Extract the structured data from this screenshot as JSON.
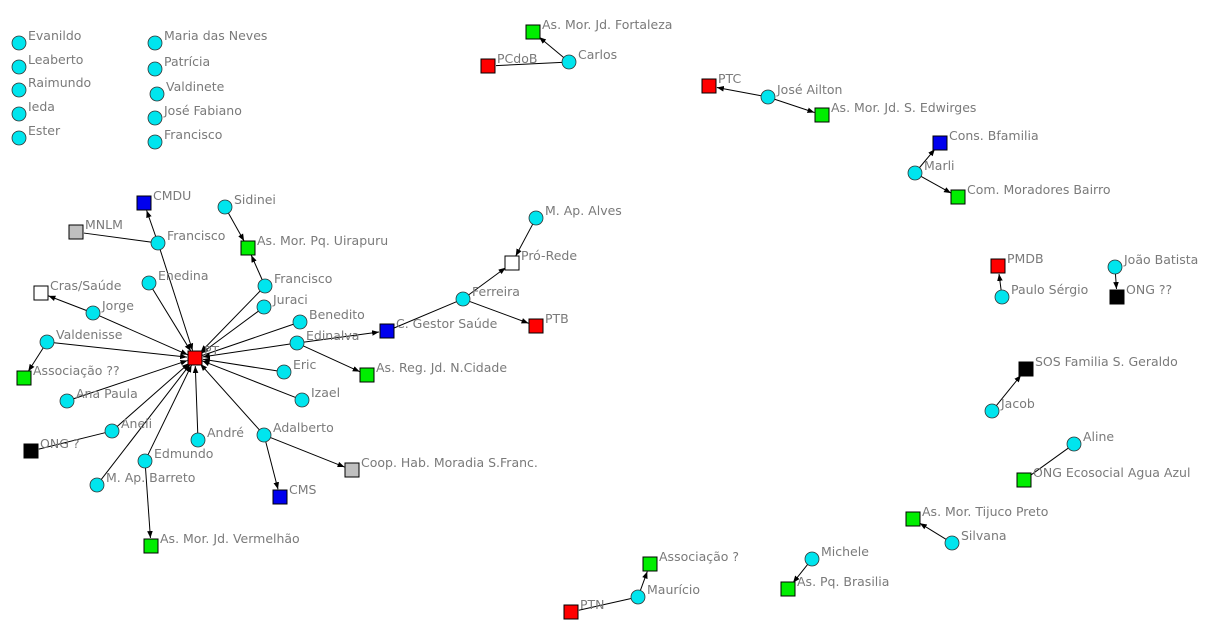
{
  "colors": {
    "person": "#00e5ee",
    "party": "#ff0000",
    "association": "#00ee00",
    "council": "#0000ee",
    "other": "#c0c0c0",
    "ong": "#000000",
    "service": "#ffffff",
    "label": "#7a7a7a",
    "edge": "#000000"
  },
  "nodes": [
    {
      "id": "evanildo",
      "label": "Evanildo",
      "kind": "person"
    },
    {
      "id": "leaberto",
      "label": "Leaberto",
      "kind": "person"
    },
    {
      "id": "raimundo",
      "label": "Raimundo",
      "kind": "person"
    },
    {
      "id": "ieda",
      "label": "Ieda",
      "kind": "person"
    },
    {
      "id": "ester",
      "label": "Ester",
      "kind": "person"
    },
    {
      "id": "maria",
      "label": "Maria das Neves",
      "kind": "person"
    },
    {
      "id": "patricia",
      "label": "Patrícia",
      "kind": "person"
    },
    {
      "id": "valdinete",
      "label": "Valdinete",
      "kind": "person"
    },
    {
      "id": "josefabiano",
      "label": "José Fabiano",
      "kind": "person"
    },
    {
      "id": "francisco0",
      "label": "Francisco",
      "kind": "person"
    },
    {
      "id": "fortaleza",
      "label": "As. Mor. Jd. Fortaleza",
      "kind": "association"
    },
    {
      "id": "carlos",
      "label": "Carlos",
      "kind": "person"
    },
    {
      "id": "pcdob",
      "label": "PCdoB",
      "kind": "party"
    },
    {
      "id": "ptc",
      "label": "PTC",
      "kind": "party"
    },
    {
      "id": "joseailton",
      "label": "José Ailton",
      "kind": "person"
    },
    {
      "id": "edwirges",
      "label": "As. Mor. Jd. S. Edwirges",
      "kind": "association"
    },
    {
      "id": "bfamilia",
      "label": "Cons. Bfamilia",
      "kind": "council"
    },
    {
      "id": "marli",
      "label": "Marli",
      "kind": "person"
    },
    {
      "id": "commoradores",
      "label": "Com. Moradores Bairro",
      "kind": "association"
    },
    {
      "id": "pmdb",
      "label": "PMDB",
      "kind": "party"
    },
    {
      "id": "paulosergio",
      "label": "Paulo Sérgio",
      "kind": "person"
    },
    {
      "id": "joaobatista",
      "label": "João Batista",
      "kind": "person"
    },
    {
      "id": "ong2q",
      "label": "ONG ??",
      "kind": "ong"
    },
    {
      "id": "sos",
      "label": "SOS Familia S. Geraldo",
      "kind": "ong"
    },
    {
      "id": "jacob",
      "label": "Jacob",
      "kind": "person"
    },
    {
      "id": "aline",
      "label": "Aline",
      "kind": "person"
    },
    {
      "id": "ecosocial",
      "label": "ONG Ecosocial Agua Azul",
      "kind": "association"
    },
    {
      "id": "tijuco",
      "label": "As. Mor. Tijuco Preto",
      "kind": "association"
    },
    {
      "id": "silvana",
      "label": "Silvana",
      "kind": "person"
    },
    {
      "id": "michele",
      "label": "Michele",
      "kind": "person"
    },
    {
      "id": "brasilia",
      "label": "As. Pq. Brasilia",
      "kind": "association"
    },
    {
      "id": "assoc1q",
      "label": "Associação ?",
      "kind": "association"
    },
    {
      "id": "mauricio",
      "label": "Maurício",
      "kind": "person"
    },
    {
      "id": "ptn",
      "label": "PTN",
      "kind": "party"
    },
    {
      "id": "pt",
      "label": "PT",
      "kind": "party"
    },
    {
      "id": "cmdu",
      "label": "CMDU",
      "kind": "council"
    },
    {
      "id": "mnlm",
      "label": "MNLM",
      "kind": "other"
    },
    {
      "id": "francisco1",
      "label": "Francisco",
      "kind": "person"
    },
    {
      "id": "sidinei",
      "label": "Sidinei",
      "kind": "person"
    },
    {
      "id": "uirapuru",
      "label": "As. Mor. Pq. Uirapuru",
      "kind": "association"
    },
    {
      "id": "enedina",
      "label": "Enedina",
      "kind": "person"
    },
    {
      "id": "francisco2",
      "label": "Francisco",
      "kind": "person"
    },
    {
      "id": "juraci",
      "label": "Juraci",
      "kind": "person"
    },
    {
      "id": "benedito",
      "label": "Benedito",
      "kind": "person"
    },
    {
      "id": "cras",
      "label": "Cras/Saúde",
      "kind": "service"
    },
    {
      "id": "jorge",
      "label": "Jorge",
      "kind": "person"
    },
    {
      "id": "valdenisse",
      "label": "Valdenisse",
      "kind": "person"
    },
    {
      "id": "assoc2q",
      "label": "Associação ??",
      "kind": "association"
    },
    {
      "id": "edinalva",
      "label": "Edinalva",
      "kind": "person"
    },
    {
      "id": "cgestor",
      "label": "C. Gestor Saúde",
      "kind": "council"
    },
    {
      "id": "ferreira",
      "label": "Ferreira",
      "kind": "person"
    },
    {
      "id": "prorede",
      "label": "Pró-Rede",
      "kind": "service"
    },
    {
      "id": "mapalves",
      "label": "M. Ap. Alves",
      "kind": "person"
    },
    {
      "id": "ptb",
      "label": "PTB",
      "kind": "party"
    },
    {
      "id": "asreg",
      "label": "As. Reg. Jd. N.Cidade",
      "kind": "association"
    },
    {
      "id": "eric",
      "label": "Eric",
      "kind": "person"
    },
    {
      "id": "izael",
      "label": "Izael",
      "kind": "person"
    },
    {
      "id": "anapaula",
      "label": "Ana Paula",
      "kind": "person"
    },
    {
      "id": "aneli",
      "label": "Aneli",
      "kind": "person"
    },
    {
      "id": "ong1q",
      "label": "ONG ?",
      "kind": "ong"
    },
    {
      "id": "andre",
      "label": "André",
      "kind": "person"
    },
    {
      "id": "adalberto",
      "label": "Adalberto",
      "kind": "person"
    },
    {
      "id": "edmundo",
      "label": "Edmundo",
      "kind": "person"
    },
    {
      "id": "mapbarreto",
      "label": "M. Ap. Barreto",
      "kind": "person"
    },
    {
      "id": "coop",
      "label": "Coop. Hab. Moradia S.Franc.",
      "kind": "other"
    },
    {
      "id": "cms",
      "label": "CMS",
      "kind": "council"
    },
    {
      "id": "vermelhao",
      "label": "As. Mor. Jd. Vermelhão",
      "kind": "association"
    }
  ],
  "edges": [
    [
      "carlos",
      "fortaleza",
      true
    ],
    [
      "carlos",
      "pcdob",
      false
    ],
    [
      "joseailton",
      "ptc",
      true
    ],
    [
      "joseailton",
      "edwirges",
      true
    ],
    [
      "marli",
      "bfamilia",
      true
    ],
    [
      "marli",
      "commoradores",
      true
    ],
    [
      "paulosergio",
      "pmdb",
      true
    ],
    [
      "joaobatista",
      "ong2q",
      true
    ],
    [
      "jacob",
      "sos",
      true
    ],
    [
      "aline",
      "ecosocial",
      false
    ],
    [
      "silvana",
      "tijuco",
      true
    ],
    [
      "michele",
      "brasilia",
      true
    ],
    [
      "mauricio",
      "assoc1q",
      true
    ],
    [
      "ptn",
      "mauricio",
      false
    ],
    [
      "francisco1",
      "cmdu",
      true
    ],
    [
      "francisco1",
      "mnlm",
      false
    ],
    [
      "francisco1",
      "pt",
      true
    ],
    [
      "sidinei",
      "uirapuru",
      true
    ],
    [
      "francisco2",
      "uirapuru",
      true
    ],
    [
      "francisco2",
      "pt",
      true
    ],
    [
      "enedina",
      "pt",
      true
    ],
    [
      "juraci",
      "pt",
      true
    ],
    [
      "benedito",
      "pt",
      false
    ],
    [
      "jorge",
      "cras",
      true
    ],
    [
      "jorge",
      "pt",
      true
    ],
    [
      "valdenisse",
      "assoc2q",
      true
    ],
    [
      "valdenisse",
      "pt",
      true
    ],
    [
      "edinalva",
      "pt",
      true
    ],
    [
      "edinalva",
      "cgestor",
      true
    ],
    [
      "edinalva",
      "asreg",
      true
    ],
    [
      "cgestor",
      "ferreira",
      false
    ],
    [
      "ferreira",
      "prorede",
      true
    ],
    [
      "ferreira",
      "ptb",
      true
    ],
    [
      "mapalves",
      "prorede",
      true
    ],
    [
      "eric",
      "pt",
      true
    ],
    [
      "izael",
      "pt",
      true
    ],
    [
      "anapaula",
      "pt",
      true
    ],
    [
      "aneli",
      "pt",
      true
    ],
    [
      "aneli",
      "ong1q",
      false
    ],
    [
      "andre",
      "pt",
      true
    ],
    [
      "adalberto",
      "pt",
      true
    ],
    [
      "adalberto",
      "cms",
      true
    ],
    [
      "adalberto",
      "coop",
      true
    ],
    [
      "edmundo",
      "pt",
      true
    ],
    [
      "edmundo",
      "vermelhao",
      true
    ],
    [
      "mapbarreto",
      "pt",
      true
    ]
  ]
}
